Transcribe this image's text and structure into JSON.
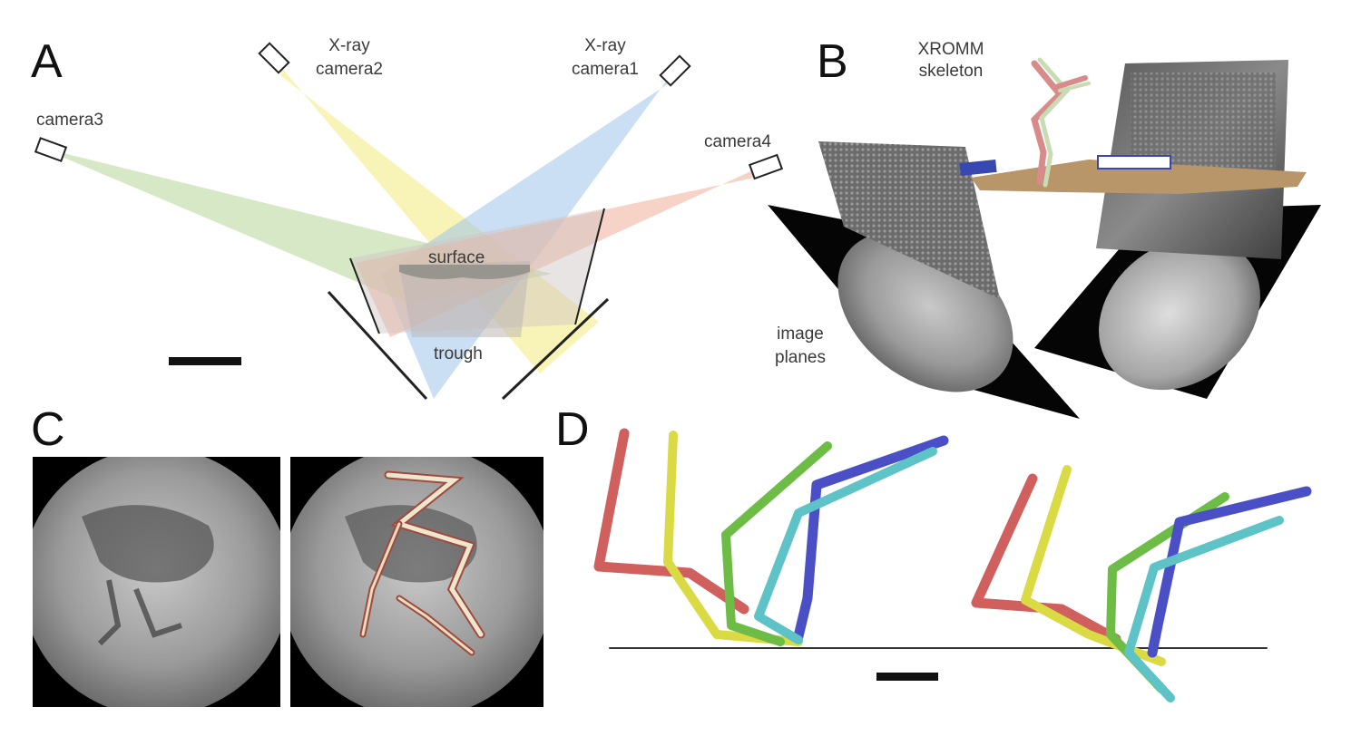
{
  "panels": {
    "a": {
      "letter": "A",
      "x_ray_camera2": [
        "X-ray",
        "camera2"
      ],
      "x_ray_camera1": [
        "X-ray",
        "camera1"
      ],
      "camera3": "camera3",
      "camera4": "camera4",
      "surface": "surface",
      "trough": "trough"
    },
    "b": {
      "letter": "B",
      "xromm_skeleton": [
        "XROMM",
        "skeleton"
      ],
      "image_planes": [
        "image",
        "planes"
      ]
    },
    "c": {
      "letter": "C"
    },
    "d": {
      "letter": "D"
    }
  },
  "colors": {
    "x_ray_camera2_beam": "#f3ea7a",
    "x_ray_camera1_beam": "#9ec5ea",
    "camera3_beam": "#bcd9a0",
    "camera4_beam": "#f0b6a0",
    "bone_red": "#d0605e",
    "bone_yellow": "#dada45",
    "bone_green": "#6cbc45",
    "bone_cyan": "#5ec3c6",
    "bone_blue": "#4a4fc6"
  },
  "icons": [
    "camera-icon",
    "scale-bar"
  ]
}
